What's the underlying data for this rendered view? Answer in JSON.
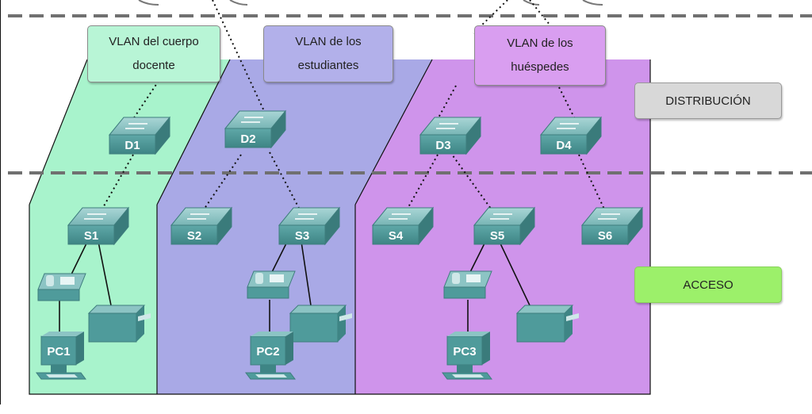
{
  "vlans": [
    {
      "label": "VLAN del cuerpo\ndocente",
      "color": "#b8f5d6"
    },
    {
      "label": "VLAN de los\nestudiantes",
      "color": "#b2b0ea"
    },
    {
      "label": "VLAN de los\nhuéspedes",
      "color": "#d99ef0"
    }
  ],
  "layers": {
    "distribucion": {
      "label": "DISTRIBUCIÓN",
      "color": "#d8d8d8"
    },
    "acceso": {
      "label": "ACCESO",
      "color": "#9cf06a"
    }
  },
  "distribution_switches": [
    "D1",
    "D2",
    "D3",
    "D4"
  ],
  "access_switches": [
    "S1",
    "S2",
    "S3",
    "S4",
    "S5",
    "S6"
  ],
  "pcs": [
    "PC1",
    "PC2",
    "PC3"
  ],
  "colors": {
    "region_green": "#a8f3cc",
    "region_blue": "#a9a9e6",
    "region_purple": "#cf94eb",
    "device": "#4f9b9b",
    "divider": "#707070"
  }
}
